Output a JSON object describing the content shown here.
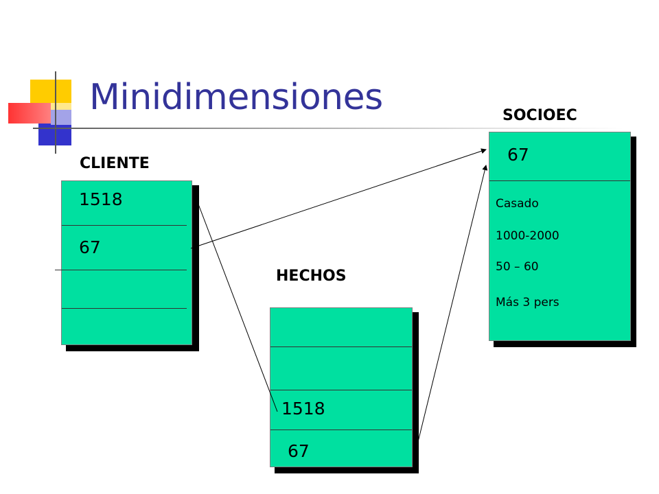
{
  "slide": {
    "title": "Minidimensiones"
  },
  "cliente": {
    "label": "CLIENTE",
    "rows": [
      "1518",
      "67",
      "",
      ""
    ]
  },
  "hechos": {
    "label": "HECHOS",
    "rows": [
      "",
      "",
      "1518",
      "67"
    ]
  },
  "socioec": {
    "label": "SOCIOEC",
    "key": "67",
    "attributes": [
      "Casado",
      "1000-2000",
      "50 – 60",
      "Más 3 pers"
    ]
  },
  "colors": {
    "box_fill": "#00e0a0",
    "title_color": "#333399",
    "logo_yellow": "#ffcc00",
    "logo_blue": "#3333cc",
    "logo_red": "#ff3333"
  }
}
